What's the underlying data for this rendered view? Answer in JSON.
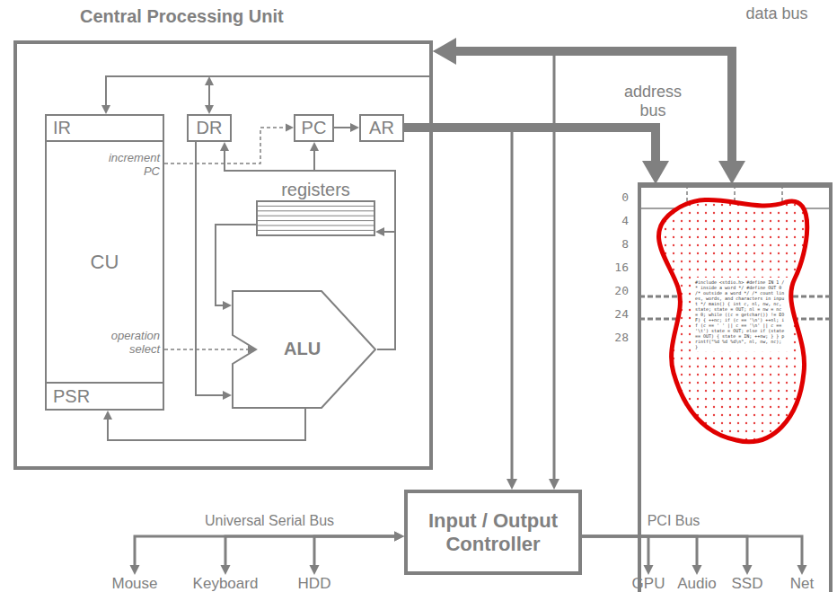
{
  "diagram": {
    "nodes": [
      {
        "text": [
          "Central Processing Unit"
        ]
      },
      {
        "text": [
          "CU"
        ],
        "in": 0
      },
      {
        "text": [
          "IR"
        ],
        "in": 1
      },
      {
        "text": [
          "PSR"
        ],
        "in": 1
      },
      {
        "text": [
          "DR"
        ],
        "in": 0
      },
      {
        "text": [
          "PC"
        ],
        "in": 0
      },
      {
        "text": [
          "AR"
        ],
        "in": 0
      },
      {
        "text": [
          "registers"
        ],
        "in": 0
      },
      {
        "text": [
          "ALU"
        ],
        "in": 0
      },
      {
        "text": [
          "#include <stdio.h> #define IN 1 /* inside a word */ #define OUT 0 /* outside a word */ /* count lines, words, and characters in input */ main() { int c, nl, nw, nc, state; state = OUT; nl = nw = nc = 0; while ((c = getchar()) != EOF) { ++nc; if (c == '\\n') ++nl; if (c == ' ' || c == '\\n' || c == '\\t') state = OUT; else if (state == OUT) { state = IN; ++nw; } } printf(\"%d %d %d\\n\", nl, nw, nc); }"
        ]
      },
      {
        "text": [
          "Input / Output Controller"
        ]
      },
      {
        "text": [
          "Mouse"
        ]
      },
      {
        "text": [
          "Keyboard"
        ]
      },
      {
        "text": [
          "HDD"
        ]
      },
      {
        "text": [
          "GPU"
        ]
      },
      {
        "text": [
          "Audio"
        ]
      },
      {
        "text": [
          "SSD"
        ]
      },
      {
        "text": [
          "Net"
        ]
      }
    ],
    "edges": [
      {
        "from": 5,
        "to": 6,
        "arrow": "to"
      },
      {
        "from": 7,
        "to": 8,
        "arrow": "to"
      },
      {
        "from": 8,
        "to": 7,
        "arrow": "to"
      },
      {
        "from": 4,
        "to": 8,
        "arrow": "to"
      },
      {
        "from": 8,
        "to": 3,
        "arrow": "to"
      },
      {
        "from": 8,
        "to": 4,
        "arrow": "to"
      },
      {
        "from": 8,
        "to": 5,
        "arrow": "to"
      },
      {
        "from": 1,
        "to": 5,
        "arrow": "to"
      },
      {
        "from": 1,
        "to": 8,
        "arrow": "to"
      },
      {
        "from": 6,
        "to": 9,
        "arrow": "to"
      },
      {
        "from": 0,
        "to": 9,
        "arrow": "both"
      },
      {
        "from": 6,
        "to": 10,
        "arrow": "to"
      },
      {
        "from": 0,
        "to": 10,
        "arrow": "both"
      },
      {
        "from": 10,
        "to": 11,
        "arrow": "both"
      },
      {
        "from": 10,
        "to": 12,
        "arrow": "both"
      },
      {
        "from": 10,
        "to": 13,
        "arrow": "both"
      },
      {
        "from": 10,
        "to": 14,
        "arrow": "to"
      },
      {
        "from": 10,
        "to": 15,
        "arrow": "to"
      },
      {
        "from": 10,
        "to": 16,
        "arrow": "to"
      },
      {
        "from": 10,
        "to": 17,
        "arrow": "to"
      }
    ],
    "labels": [
      "data bus",
      "address bus",
      "increment PC",
      "operation select",
      "0",
      "4",
      "8",
      "16",
      "20",
      "24",
      "28",
      "Universal Serial Bus",
      "PCI Bus"
    ]
  }
}
